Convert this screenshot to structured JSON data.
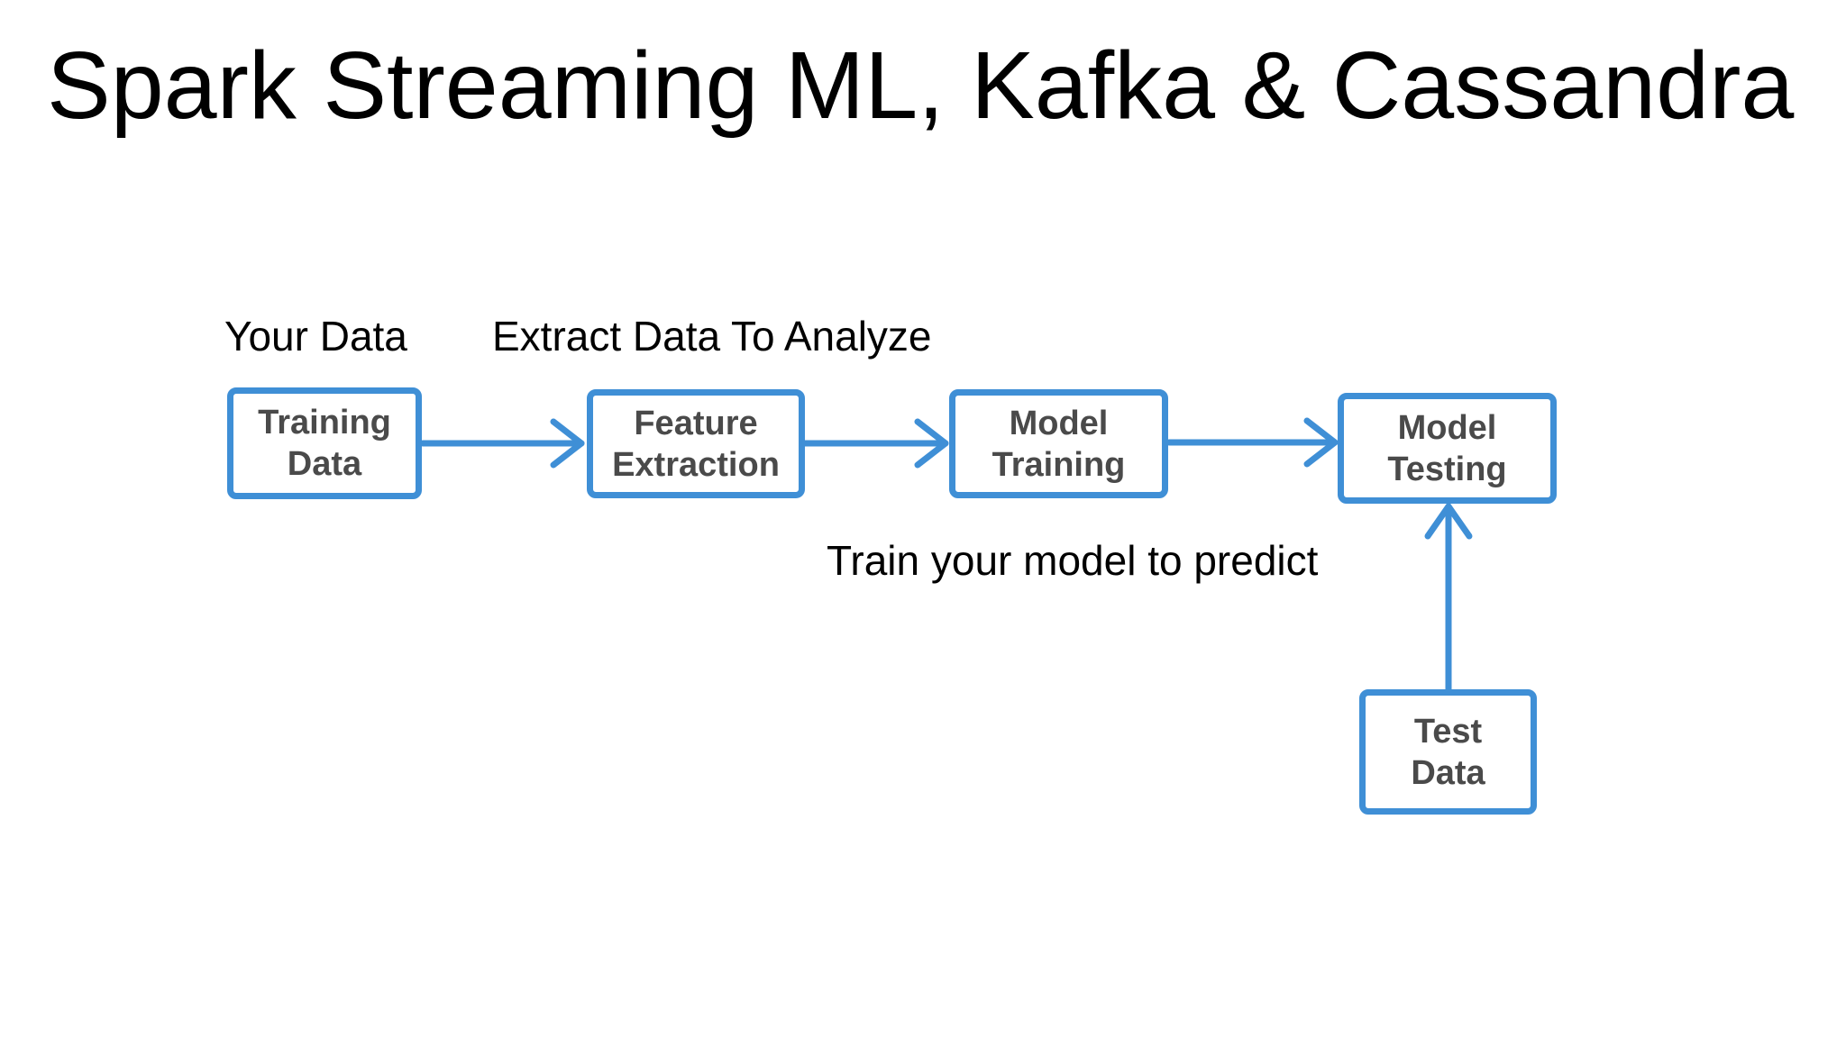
{
  "slide": {
    "title": "Spark Streaming ML, Kafka & Cassandra"
  },
  "captions": {
    "your_data": "Your Data",
    "extract": "Extract Data To Analyze",
    "train": "Train your model to predict"
  },
  "nodes": {
    "training_data": "Training\nData",
    "feature_extraction": "Feature\nExtraction",
    "model_training": "Model\nTraining",
    "model_testing": "Model\nTesting",
    "test_data": "Test\nData"
  },
  "colors": {
    "accent": "#3f8fd6",
    "node_text": "#4a4a4a",
    "background": "#ffffff"
  }
}
